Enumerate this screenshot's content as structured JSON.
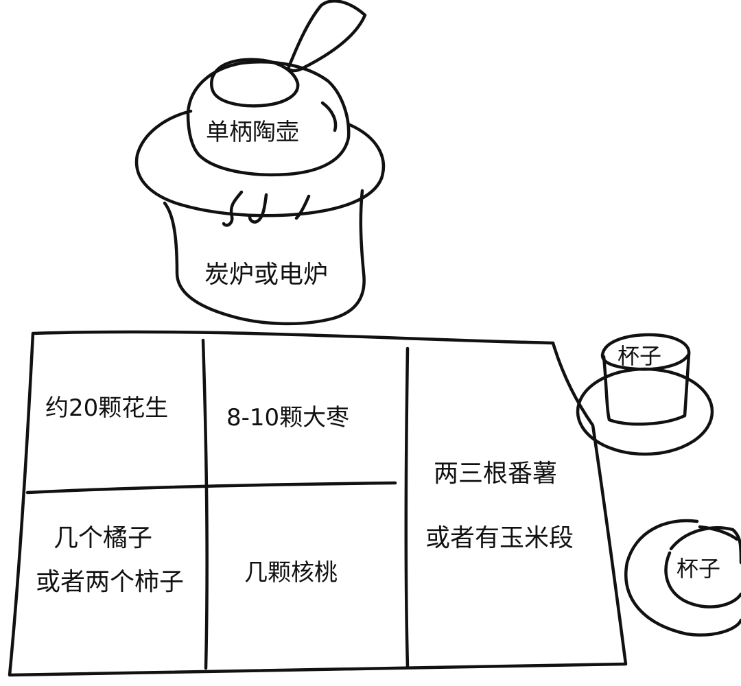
{
  "pot": {
    "label": "单柄陶壶"
  },
  "stove": {
    "label": "炭炉或电炉"
  },
  "tray": {
    "cell_peanuts": "约20颗花生",
    "cell_dates": "8-10颗大枣",
    "cell_oranges_line1": "几个橘子",
    "cell_oranges_line2": "或者两个柿子",
    "cell_walnuts": "几颗核桃",
    "cell_sweetpotato_line1": "两三根番薯",
    "cell_sweetpotato_line2": "或者有玉米段"
  },
  "cups": [
    {
      "label": "杯子"
    },
    {
      "label": "杯子"
    }
  ]
}
